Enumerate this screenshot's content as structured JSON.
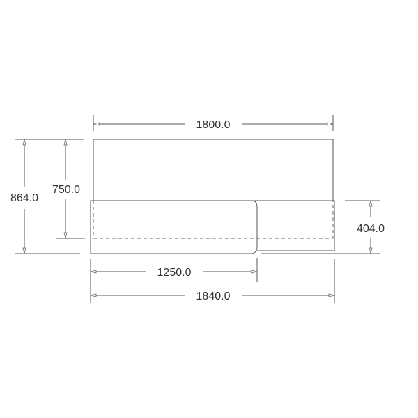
{
  "dimensions": {
    "overall_width_top": "1800.0",
    "overall_width_bottom": "1840.0",
    "partial_width": "1250.0",
    "overall_height": "864.0",
    "back_height": "750.0",
    "front_height": "404.0"
  }
}
